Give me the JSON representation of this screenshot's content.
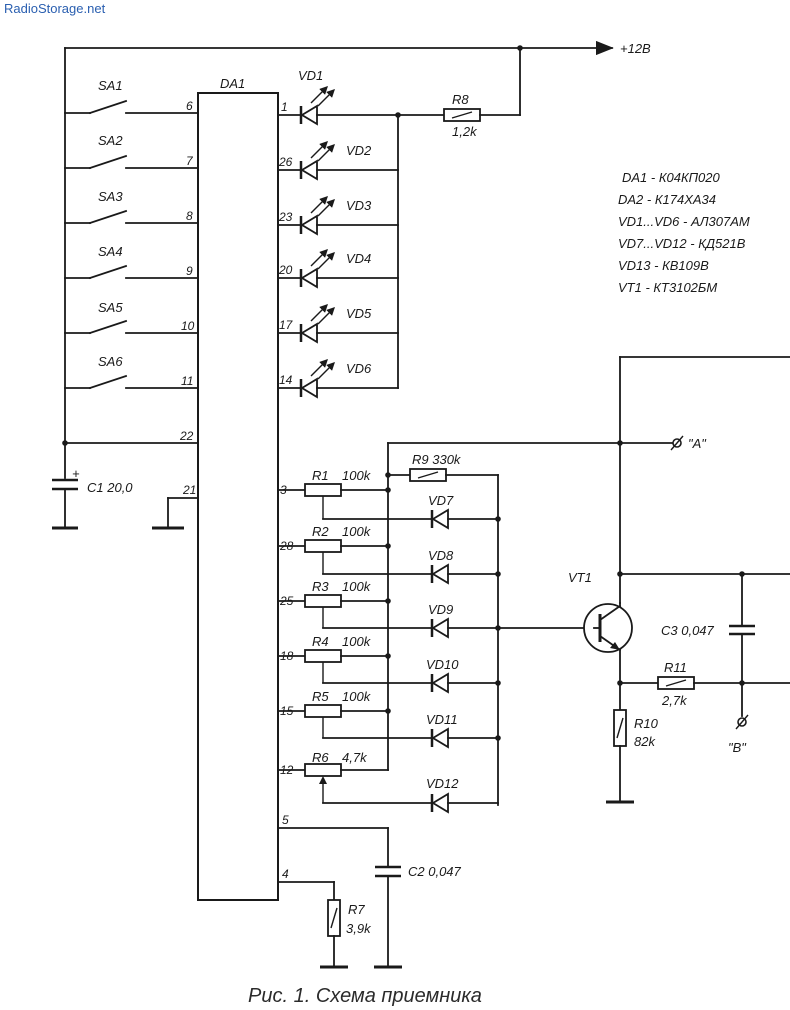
{
  "watermark": "RadioStorage.net",
  "supply": {
    "label": "+12В"
  },
  "ic": {
    "label": "DA1"
  },
  "switches": [
    {
      "label": "SA1",
      "pin": "6"
    },
    {
      "label": "SA2",
      "pin": "7"
    },
    {
      "label": "SA3",
      "pin": "8"
    },
    {
      "label": "SA4",
      "pin": "9"
    },
    {
      "label": "SA5",
      "pin": "10"
    },
    {
      "label": "SA6",
      "pin": "11"
    }
  ],
  "pins_left_extra": {
    "p22": "22",
    "p21": "21"
  },
  "leds": [
    {
      "label": "VD1",
      "pin": "1"
    },
    {
      "label": "VD2",
      "pin": "26"
    },
    {
      "label": "VD3",
      "pin": "23"
    },
    {
      "label": "VD4",
      "pin": "20"
    },
    {
      "label": "VD5",
      "pin": "17"
    },
    {
      "label": "VD6",
      "pin": "14"
    }
  ],
  "r8": {
    "name": "R8",
    "value": "1,2k"
  },
  "c1": {
    "label": "C1 20,0"
  },
  "r9": {
    "label": "R9  330k"
  },
  "tuning": [
    {
      "pin": "3",
      "name": "R1",
      "value": "100k",
      "diode": "VD7"
    },
    {
      "pin": "28",
      "name": "R2",
      "value": "100k",
      "diode": "VD8"
    },
    {
      "pin": "25",
      "name": "R3",
      "value": "100k",
      "diode": "VD9"
    },
    {
      "pin": "18",
      "name": "R4",
      "value": "100k",
      "diode": "VD10"
    },
    {
      "pin": "15",
      "name": "R5",
      "value": "100k",
      "diode": "VD11"
    },
    {
      "pin": "12",
      "name": "R6",
      "value": "4,7k",
      "diode": "VD12"
    }
  ],
  "pins_bottom": {
    "p5": "5",
    "p4": "4"
  },
  "c2": {
    "label": "C2 0,047"
  },
  "r7": {
    "name": "R7",
    "value": "3,9k"
  },
  "vt1": {
    "label": "VT1"
  },
  "c3": {
    "label": "C3 0,047"
  },
  "r11": {
    "name": "R11",
    "value": "2,7k"
  },
  "r10": {
    "name": "R10",
    "value": "82k"
  },
  "point_a": "\"А\"",
  "point_b": "\"В\"",
  "specs": [
    "DA1 - К04КП020",
    "DA2 - К174ХА34",
    "VD1...VD6 - АЛ307АМ",
    "VD7...VD12 - КД521В",
    "VD13 - КВ109В",
    "VT1 - КТ3102БМ"
  ],
  "caption": "Рис. 1. Схема приемника"
}
